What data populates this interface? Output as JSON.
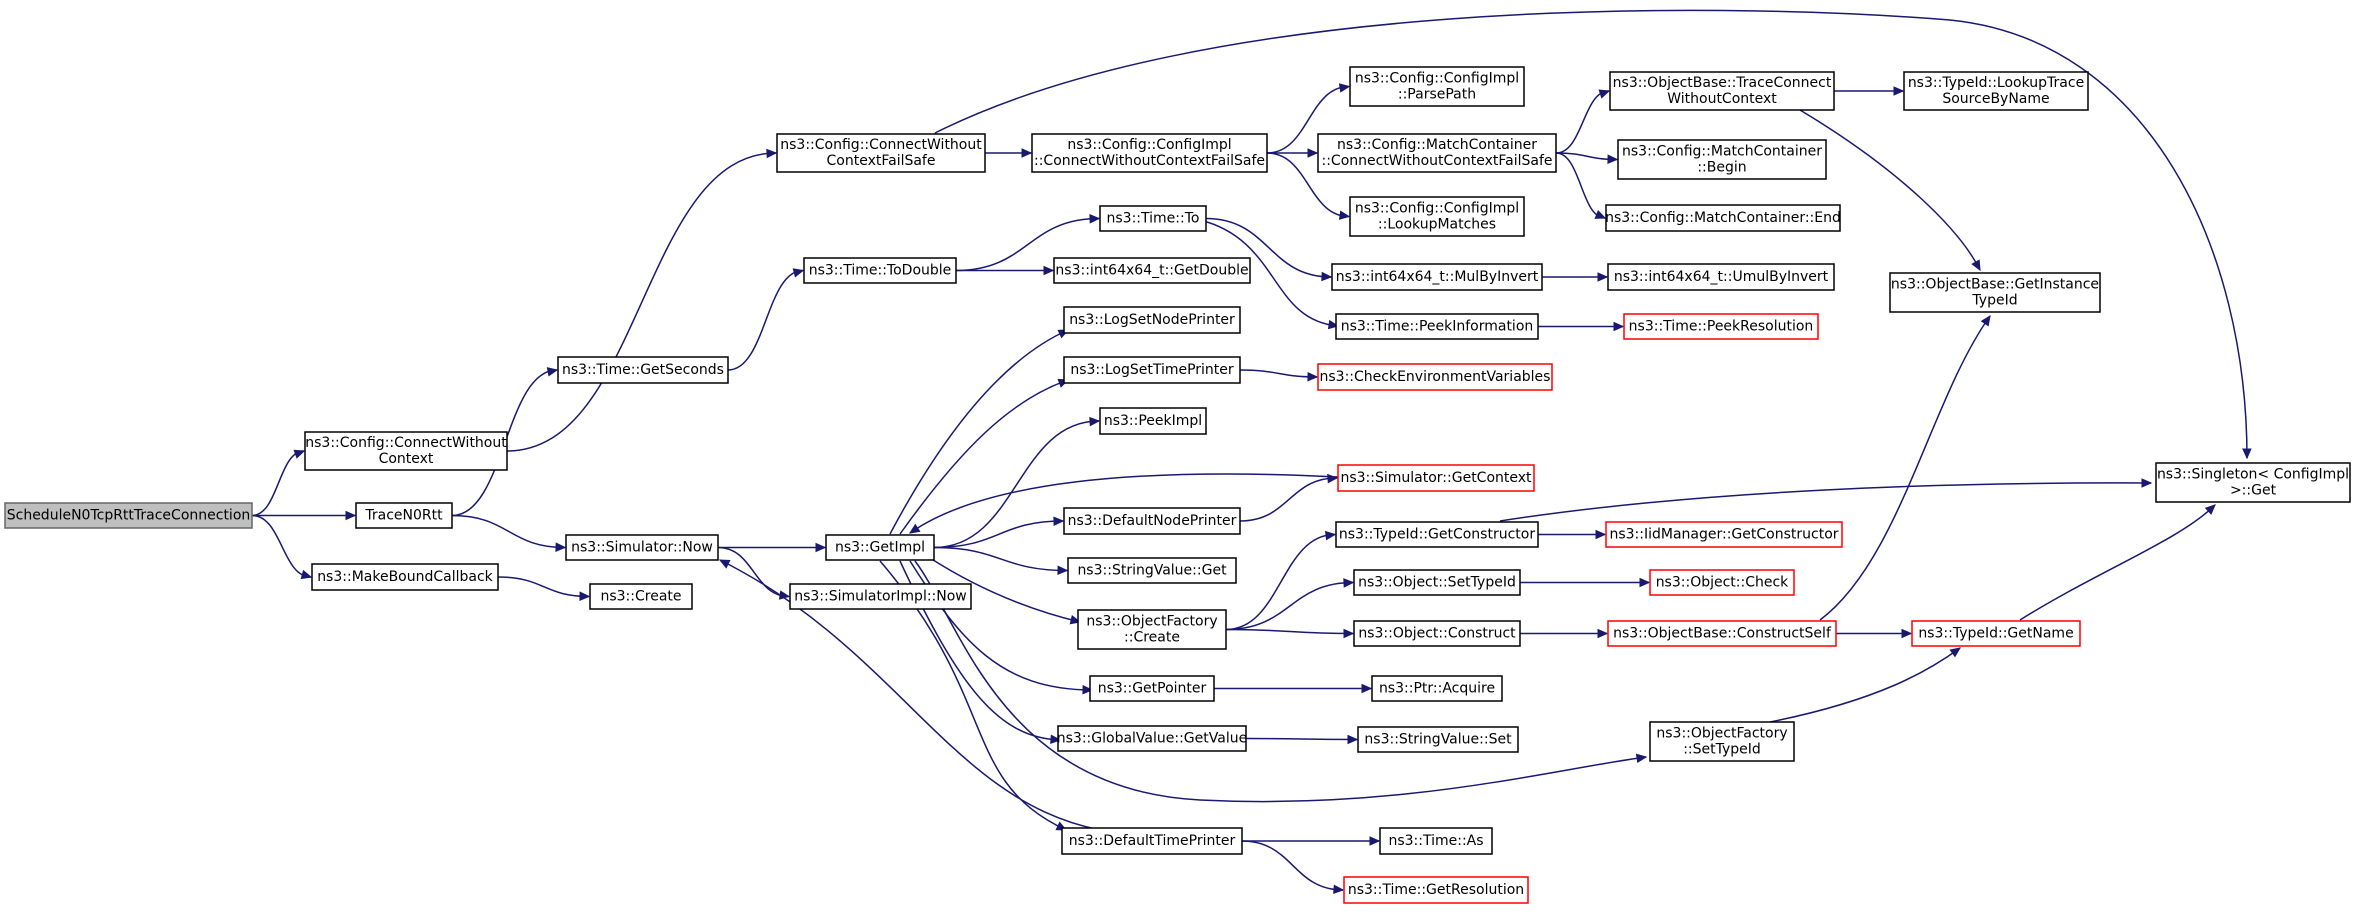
{
  "colors": {
    "edge": "#191970",
    "root_fill": "#bfbfbf",
    "red_border": "#ff0000",
    "node_border": "#000000"
  },
  "nodes": [
    {
      "id": "schedule",
      "lines": [
        "ScheduleN0TcpRttTraceConnection"
      ],
      "style": "root",
      "link": false
    },
    {
      "id": "connectWithoutContext",
      "lines": [
        "ns3::Config::ConnectWithout",
        "Context"
      ],
      "style": "normal",
      "link": true
    },
    {
      "id": "traceN0Rtt",
      "lines": [
        "TraceN0Rtt"
      ],
      "style": "normal",
      "link": true
    },
    {
      "id": "makeBoundCallback",
      "lines": [
        "ns3::MakeBoundCallback"
      ],
      "style": "normal",
      "link": true
    },
    {
      "id": "connectWithoutContextFailSafe",
      "lines": [
        "ns3::Config::ConnectWithout",
        "ContextFailSafe"
      ],
      "style": "normal",
      "link": true
    },
    {
      "id": "getSeconds",
      "lines": [
        "ns3::Time::GetSeconds"
      ],
      "style": "normal",
      "link": true
    },
    {
      "id": "simulatorNow",
      "lines": [
        "ns3::Simulator::Now"
      ],
      "style": "normal",
      "link": true
    },
    {
      "id": "create",
      "lines": [
        "ns3::Create"
      ],
      "style": "normal",
      "link": true
    },
    {
      "id": "toDouble",
      "lines": [
        "ns3::Time::ToDouble"
      ],
      "style": "normal",
      "link": true
    },
    {
      "id": "getImpl",
      "lines": [
        "ns3::GetImpl"
      ],
      "style": "normal",
      "link": true
    },
    {
      "id": "simulatorImplNow",
      "lines": [
        "ns3::SimulatorImpl::Now"
      ],
      "style": "normal",
      "link": true
    },
    {
      "id": "configImplConnect",
      "lines": [
        "ns3::Config::ConfigImpl",
        "::ConnectWithoutContextFailSafe"
      ],
      "style": "normal",
      "link": true
    },
    {
      "id": "timeTo",
      "lines": [
        "ns3::Time::To"
      ],
      "style": "normal",
      "link": true
    },
    {
      "id": "int64GetDouble",
      "lines": [
        "ns3::int64x64_t::GetDouble"
      ],
      "style": "normal",
      "link": true
    },
    {
      "id": "logSetNodePrinter",
      "lines": [
        "ns3::LogSetNodePrinter"
      ],
      "style": "normal",
      "link": true
    },
    {
      "id": "logSetTimePrinter",
      "lines": [
        "ns3::LogSetTimePrinter"
      ],
      "style": "normal",
      "link": true
    },
    {
      "id": "peekImpl",
      "lines": [
        "ns3::PeekImpl"
      ],
      "style": "normal",
      "link": true
    },
    {
      "id": "defaultNodePrinter",
      "lines": [
        "ns3::DefaultNodePrinter"
      ],
      "style": "normal",
      "link": true
    },
    {
      "id": "stringValueGet",
      "lines": [
        "ns3::StringValue::Get"
      ],
      "style": "normal",
      "link": true
    },
    {
      "id": "objectFactoryCreate",
      "lines": [
        "ns3::ObjectFactory",
        "::Create"
      ],
      "style": "normal",
      "link": true
    },
    {
      "id": "getPointer",
      "lines": [
        "ns3::GetPointer"
      ],
      "style": "normal",
      "link": true
    },
    {
      "id": "globalValueGetValue",
      "lines": [
        "ns3::GlobalValue::GetValue"
      ],
      "style": "normal",
      "link": true
    },
    {
      "id": "defaultTimePrinter",
      "lines": [
        "ns3::DefaultTimePrinter"
      ],
      "style": "normal",
      "link": true
    },
    {
      "id": "parsePath",
      "lines": [
        "ns3::Config::ConfigImpl",
        "::ParsePath"
      ],
      "style": "normal",
      "link": true
    },
    {
      "id": "matchContainerConnect",
      "lines": [
        "ns3::Config::MatchContainer",
        "::ConnectWithoutContextFailSafe"
      ],
      "style": "normal",
      "link": true
    },
    {
      "id": "lookupMatches",
      "lines": [
        "ns3::Config::ConfigImpl",
        "::LookupMatches"
      ],
      "style": "normal",
      "link": true
    },
    {
      "id": "mulByInvert",
      "lines": [
        "ns3::int64x64_t::MulByInvert"
      ],
      "style": "normal",
      "link": true
    },
    {
      "id": "peekInformation",
      "lines": [
        "ns3::Time::PeekInformation"
      ],
      "style": "normal",
      "link": true
    },
    {
      "id": "checkEnvVars",
      "lines": [
        "ns3::CheckEnvironmentVariables"
      ],
      "style": "red",
      "link": true
    },
    {
      "id": "simulatorGetContext",
      "lines": [
        "ns3::Simulator::GetContext"
      ],
      "style": "red",
      "link": true
    },
    {
      "id": "typeIdGetConstructor",
      "lines": [
        "ns3::TypeId::GetConstructor"
      ],
      "style": "normal",
      "link": true
    },
    {
      "id": "objectSetTypeId",
      "lines": [
        "ns3::Object::SetTypeId"
      ],
      "style": "normal",
      "link": true
    },
    {
      "id": "objectConstruct",
      "lines": [
        "ns3::Object::Construct"
      ],
      "style": "normal",
      "link": true
    },
    {
      "id": "ptrAcquire",
      "lines": [
        "ns3::Ptr::Acquire"
      ],
      "style": "normal",
      "link": true
    },
    {
      "id": "stringValueSet",
      "lines": [
        "ns3::StringValue::Set"
      ],
      "style": "normal",
      "link": true
    },
    {
      "id": "objectFactorySetTypeId",
      "lines": [
        "ns3::ObjectFactory",
        "::SetTypeId"
      ],
      "style": "normal",
      "link": true
    },
    {
      "id": "timeAs",
      "lines": [
        "ns3::Time::As"
      ],
      "style": "normal",
      "link": true
    },
    {
      "id": "timeGetResolution",
      "lines": [
        "ns3::Time::GetResolution"
      ],
      "style": "red",
      "link": true
    },
    {
      "id": "traceConnectWC",
      "lines": [
        "ns3::ObjectBase::TraceConnect",
        "WithoutContext"
      ],
      "style": "normal",
      "link": true
    },
    {
      "id": "matchContainerBegin",
      "lines": [
        "ns3::Config::MatchContainer",
        "::Begin"
      ],
      "style": "normal",
      "link": true
    },
    {
      "id": "matchContainerEnd",
      "lines": [
        "ns3::Config::MatchContainer::End"
      ],
      "style": "normal",
      "link": true
    },
    {
      "id": "umulByInvert",
      "lines": [
        "ns3::int64x64_t::UmulByInvert"
      ],
      "style": "normal",
      "link": true
    },
    {
      "id": "peekResolution",
      "lines": [
        "ns3::Time::PeekResolution"
      ],
      "style": "red",
      "link": true
    },
    {
      "id": "iidManagerGetConstructor",
      "lines": [
        "ns3::IidManager::GetConstructor"
      ],
      "style": "red",
      "link": true
    },
    {
      "id": "objectCheck",
      "lines": [
        "ns3::Object::Check"
      ],
      "style": "red",
      "link": true
    },
    {
      "id": "constructSelf",
      "lines": [
        "ns3::ObjectBase::ConstructSelf"
      ],
      "style": "red",
      "link": true
    },
    {
      "id": "lookupTraceSource",
      "lines": [
        "ns3::TypeId::LookupTrace",
        "SourceByName"
      ],
      "style": "normal",
      "link": true
    },
    {
      "id": "getInstanceTypeId",
      "lines": [
        "ns3::ObjectBase::GetInstance",
        "TypeId"
      ],
      "style": "normal",
      "link": true
    },
    {
      "id": "typeIdGetName",
      "lines": [
        "ns3::TypeId::GetName"
      ],
      "style": "red",
      "link": true
    },
    {
      "id": "singletonGet",
      "lines": [
        "ns3::Singleton< ConfigImpl",
        " >::Get"
      ],
      "style": "normal",
      "link": true
    }
  ],
  "edges": [
    [
      "schedule",
      "connectWithoutContext"
    ],
    [
      "schedule",
      "traceN0Rtt"
    ],
    [
      "schedule",
      "makeBoundCallback"
    ],
    [
      "connectWithoutContext",
      "connectWithoutContextFailSafe"
    ],
    [
      "traceN0Rtt",
      "getSeconds"
    ],
    [
      "traceN0Rtt",
      "simulatorNow"
    ],
    [
      "makeBoundCallback",
      "create"
    ],
    [
      "connectWithoutContextFailSafe",
      "configImplConnect"
    ],
    [
      "connectWithoutContextFailSafe",
      "singletonGet"
    ],
    [
      "getSeconds",
      "toDouble"
    ],
    [
      "simulatorNow",
      "getImpl"
    ],
    [
      "simulatorNow",
      "simulatorImplNow"
    ],
    [
      "toDouble",
      "timeTo"
    ],
    [
      "toDouble",
      "int64GetDouble"
    ],
    [
      "getImpl",
      "logSetNodePrinter"
    ],
    [
      "getImpl",
      "logSetTimePrinter"
    ],
    [
      "getImpl",
      "peekImpl"
    ],
    [
      "getImpl",
      "defaultNodePrinter"
    ],
    [
      "getImpl",
      "stringValueGet"
    ],
    [
      "getImpl",
      "objectFactoryCreate"
    ],
    [
      "getImpl",
      "getPointer"
    ],
    [
      "getImpl",
      "globalValueGetValue"
    ],
    [
      "getImpl",
      "objectFactorySetTypeId"
    ],
    [
      "getImpl",
      "defaultTimePrinter"
    ],
    [
      "configImplConnect",
      "parsePath"
    ],
    [
      "configImplConnect",
      "matchContainerConnect"
    ],
    [
      "configImplConnect",
      "lookupMatches"
    ],
    [
      "timeTo",
      "mulByInvert"
    ],
    [
      "timeTo",
      "peekInformation"
    ],
    [
      "logSetTimePrinter",
      "checkEnvVars"
    ],
    [
      "simulatorGetContext",
      "getImpl"
    ],
    [
      "defaultNodePrinter",
      "simulatorGetContext"
    ],
    [
      "objectFactoryCreate",
      "typeIdGetConstructor"
    ],
    [
      "objectFactoryCreate",
      "objectSetTypeId"
    ],
    [
      "objectFactoryCreate",
      "objectConstruct"
    ],
    [
      "getPointer",
      "ptrAcquire"
    ],
    [
      "globalValueGetValue",
      "stringValueSet"
    ],
    [
      "defaultTimePrinter",
      "simulatorNow"
    ],
    [
      "defaultTimePrinter",
      "timeAs"
    ],
    [
      "defaultTimePrinter",
      "timeGetResolution"
    ],
    [
      "matchContainerConnect",
      "traceConnectWC"
    ],
    [
      "matchContainerConnect",
      "matchContainerBegin"
    ],
    [
      "matchContainerConnect",
      "matchContainerEnd"
    ],
    [
      "mulByInvert",
      "umulByInvert"
    ],
    [
      "peekInformation",
      "peekResolution"
    ],
    [
      "typeIdGetConstructor",
      "iidManagerGetConstructor"
    ],
    [
      "typeIdGetConstructor",
      "singletonGet"
    ],
    [
      "objectSetTypeId",
      "objectCheck"
    ],
    [
      "objectConstruct",
      "constructSelf"
    ],
    [
      "objectFactorySetTypeId",
      "typeIdGetName"
    ],
    [
      "traceConnectWC",
      "lookupTraceSource"
    ],
    [
      "traceConnectWC",
      "getInstanceTypeId"
    ],
    [
      "constructSelf",
      "getInstanceTypeId"
    ],
    [
      "constructSelf",
      "typeIdGetName"
    ],
    [
      "typeIdGetName",
      "singletonGet"
    ]
  ]
}
